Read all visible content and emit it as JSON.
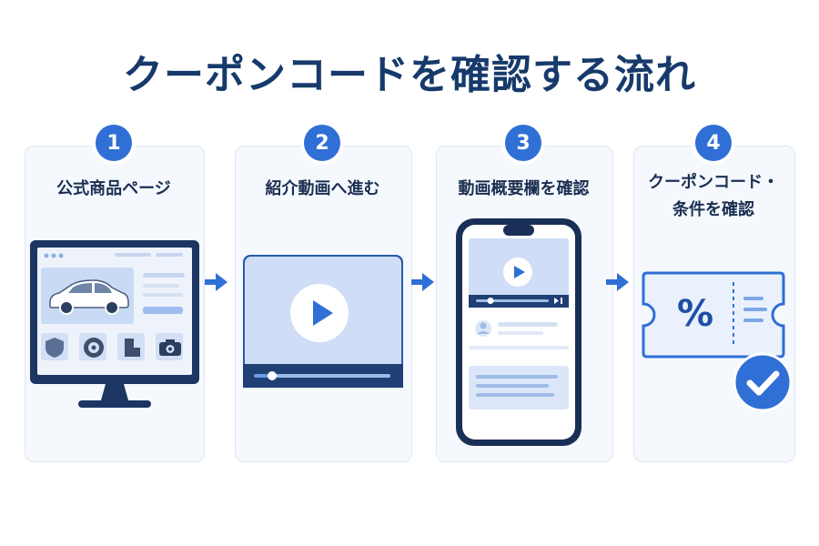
{
  "title": "クーポンコードを確認する流れ",
  "steps": [
    {
      "number": "1",
      "label": "公式商品ページ"
    },
    {
      "number": "2",
      "label": "紹介動画へ進む"
    },
    {
      "number": "3",
      "label": "動画概要欄を確認"
    },
    {
      "number": "4",
      "label_line1": "クーポンコード・",
      "label_line2": "条件を確認"
    }
  ],
  "coupon_symbol": "%",
  "icons": [
    "desktop-monitor-icon",
    "car-icon",
    "shield-icon",
    "tire-icon",
    "floor-mat-icon",
    "dashcam-icon",
    "play-icon",
    "smartphone-icon",
    "avatar-icon",
    "coupon-ticket-icon",
    "check-icon",
    "arrow-right-icon"
  ],
  "colors": {
    "primary": "#2f6fd6",
    "navy": "#163a6b",
    "card_bg": "#f5f8fd",
    "light_blue": "#dbe6f8"
  }
}
